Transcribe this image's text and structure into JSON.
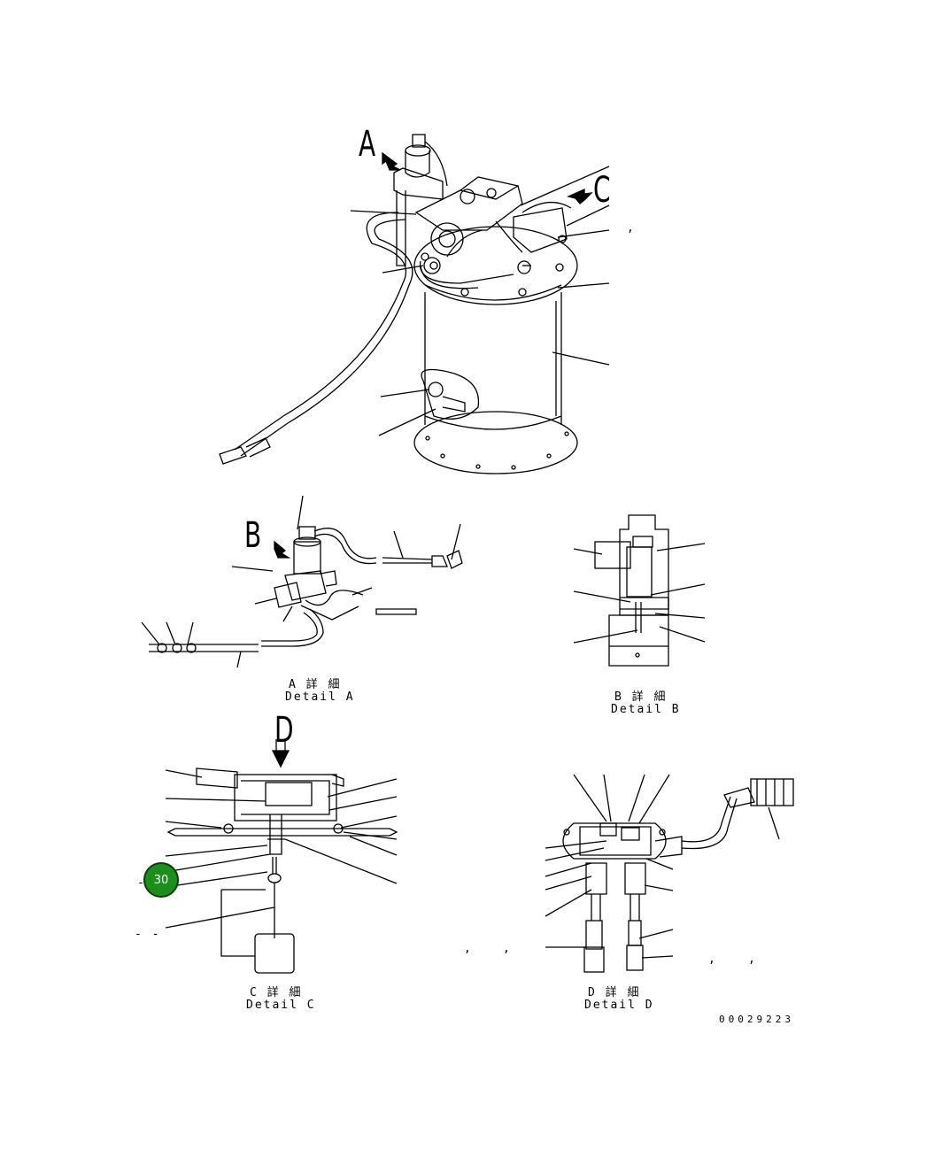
{
  "views": {
    "A": "A",
    "B": "B",
    "C": "C",
    "D": "D"
  },
  "details": {
    "a_jp": "A 詳 細",
    "a_en": "Detail A",
    "b_jp": "B 詳 細",
    "b_en": "Detail B",
    "c_jp": "C 詳 細",
    "c_en": "Detail C",
    "d_jp": "D 詳 細",
    "d_en": "Detail D"
  },
  "badge": {
    "label": "30",
    "color": "#1a8f1a"
  },
  "drawing_number": "00029223",
  "stray_marks": {
    "comma": ",",
    "dash": "-",
    "dashes": "- -"
  }
}
